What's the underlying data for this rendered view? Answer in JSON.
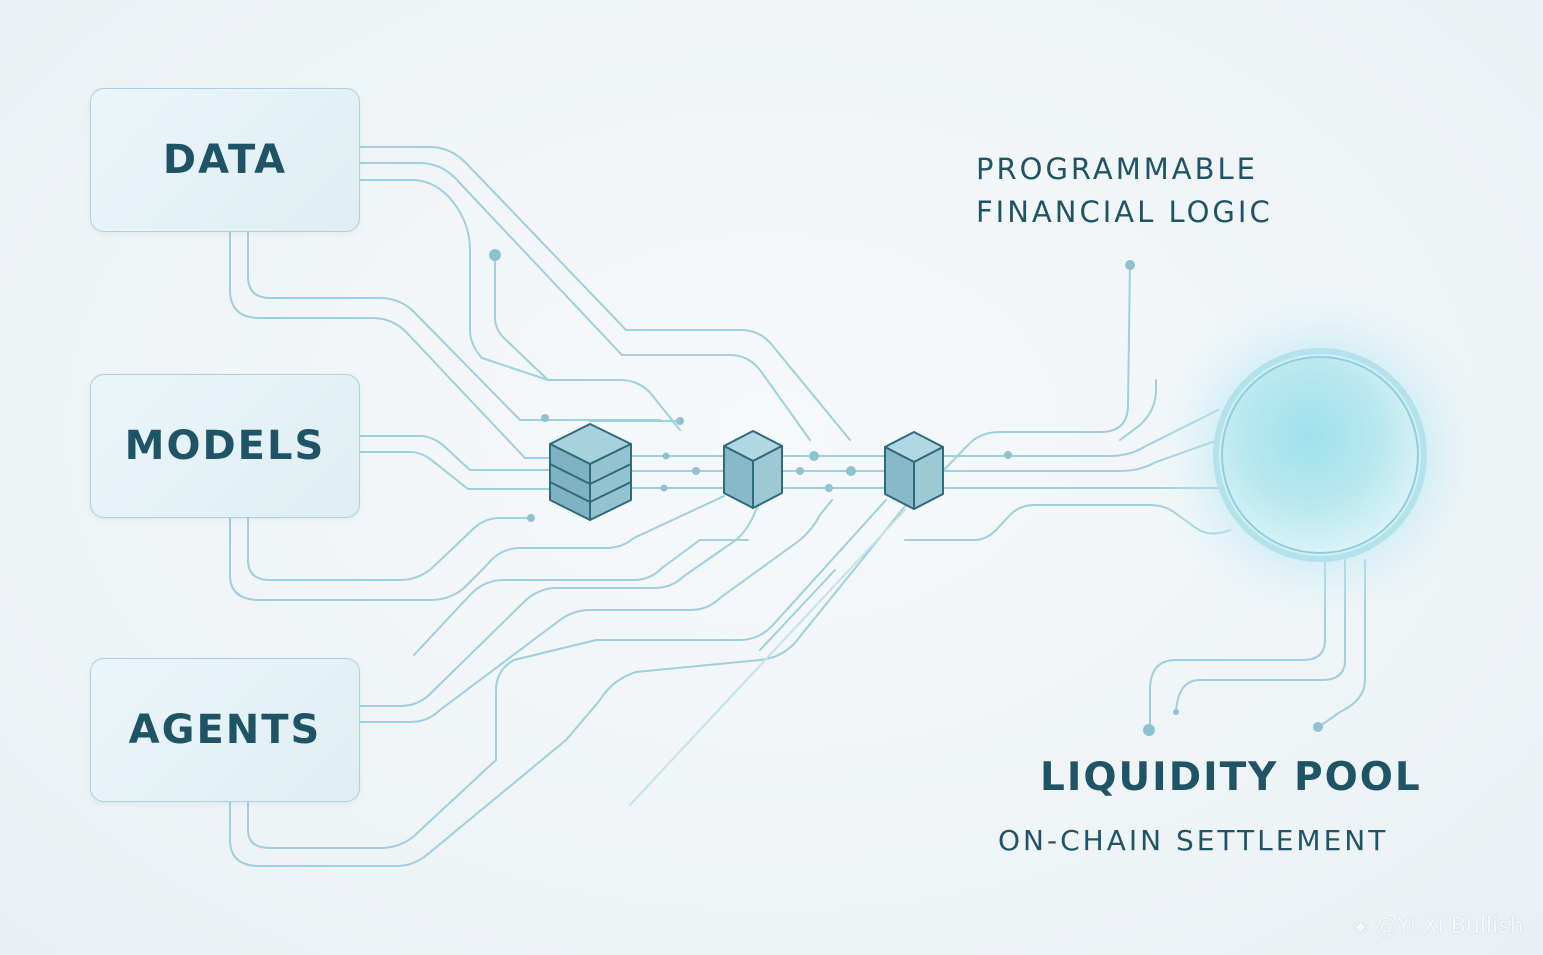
{
  "sources": [
    {
      "label": "DATA"
    },
    {
      "label": "MODELS"
    },
    {
      "label": "AGENTS"
    }
  ],
  "logic_label": {
    "line1": "PROGRAMMABLE",
    "line2": "FINANCIAL LOGIC"
  },
  "pool": {
    "title": "LIQUIDITY POOL",
    "subtitle": "ON-CHAIN SETTLEMENT"
  },
  "watermark": {
    "text": "@Yi Xi Bullish",
    "logo_icon": "diamond-logo-icon"
  },
  "colors": {
    "line": "#9ed0dd",
    "line_light": "#c3e3ec",
    "text": "#1f5466",
    "node_fill": "#8fc4d3",
    "pool_glow": "#7fd6e6",
    "pool_stroke": "#a7dbe6"
  }
}
